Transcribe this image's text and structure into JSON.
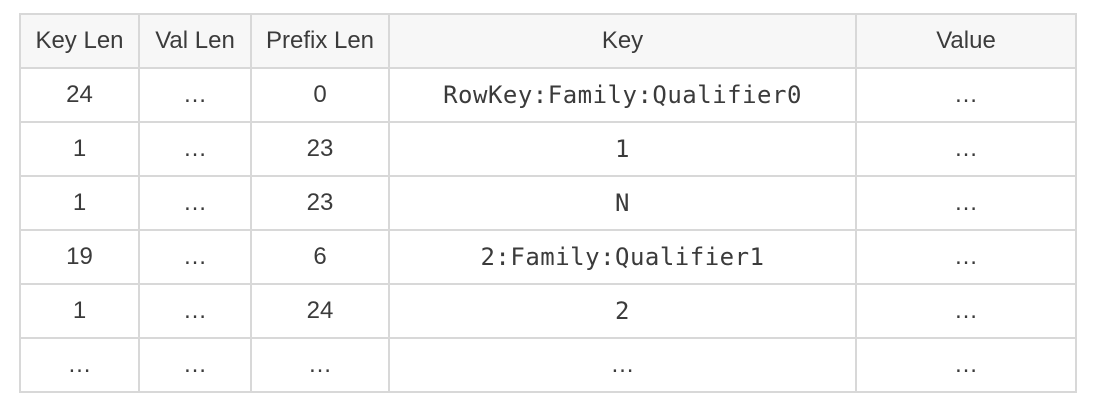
{
  "colors": {
    "border": "#d8d8d8",
    "header_background": "#f7f7f7",
    "text": "#3b3b3b",
    "page_background": "#ffffff"
  },
  "table": {
    "columns": [
      "Key Len",
      "Val Len",
      "Prefix Len",
      "Key",
      "Value"
    ],
    "rows": [
      {
        "cells": [
          "24",
          "…",
          "0",
          "RowKey:Family:Qualifier0",
          "…"
        ]
      },
      {
        "cells": [
          "1",
          "…",
          "23",
          "1",
          "…"
        ]
      },
      {
        "cells": [
          "1",
          "…",
          "23",
          "N",
          "…"
        ]
      },
      {
        "cells": [
          "19",
          "…",
          "6",
          "2:Family:Qualifier1",
          "…"
        ]
      },
      {
        "cells": [
          "1",
          "…",
          "24",
          "2",
          "…"
        ]
      },
      {
        "cells": [
          "…",
          "…",
          "…",
          "…",
          "…"
        ]
      }
    ]
  }
}
